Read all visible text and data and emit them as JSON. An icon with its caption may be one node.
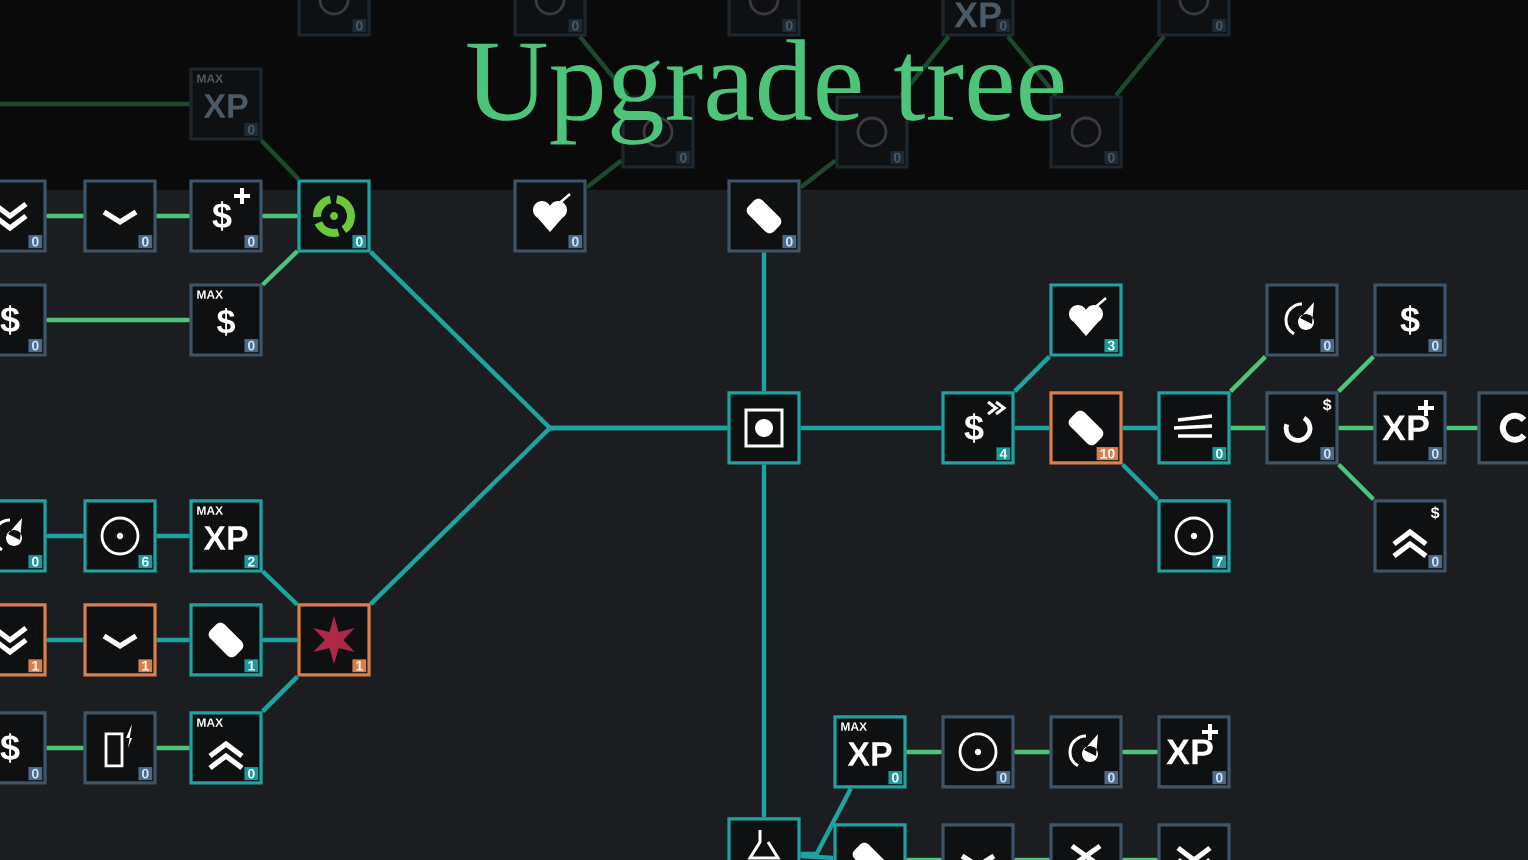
{
  "diagram": {
    "title": "Upgrade tree",
    "nodes": [
      {
        "text": [
          "0"
        ]
      },
      {
        "text": [
          "0"
        ]
      },
      {
        "text": [
          "0"
        ]
      },
      {
        "text": [
          "XP",
          "0"
        ]
      },
      {
        "text": [
          "0"
        ]
      },
      {
        "text": [
          "MAX",
          "XP",
          "0"
        ]
      },
      {
        "text": [
          "0"
        ]
      },
      {
        "text": [
          "0"
        ]
      },
      {
        "text": [
          "0"
        ]
      },
      {
        "text": [
          "0"
        ]
      },
      {
        "text": [
          "0"
        ]
      },
      {
        "text": [
          "$",
          "0"
        ]
      },
      {
        "text": [
          "0"
        ]
      },
      {
        "text": [
          "$",
          "0"
        ]
      },
      {
        "text": [
          "MAX",
          "$",
          "0"
        ]
      },
      {
        "text": [
          "0"
        ]
      },
      {
        "text": [
          "0"
        ]
      },
      {
        "text": [],
        "shape": "box"
      },
      {
        "text": [
          "$",
          "4"
        ]
      },
      {
        "text": [
          "3"
        ]
      },
      {
        "text": [
          "10"
        ]
      },
      {
        "text": [
          "0"
        ]
      },
      {
        "text": [
          "7"
        ]
      },
      {
        "text": [
          "0"
        ]
      },
      {
        "text": [
          "$",
          "0"
        ]
      },
      {
        "text": [
          "$",
          "0"
        ]
      },
      {
        "text": [
          "XP",
          "0"
        ]
      },
      {
        "text": [
          "$",
          "0"
        ]
      },
      {
        "text": [],
        "shape": "box"
      },
      {
        "text": [
          "0"
        ]
      },
      {
        "text": [
          "6"
        ]
      },
      {
        "text": [
          "MAX",
          "XP",
          "2"
        ]
      },
      {
        "text": [
          "1"
        ]
      },
      {
        "text": [
          "1"
        ]
      },
      {
        "text": [
          "1"
        ]
      },
      {
        "text": [
          "1"
        ]
      },
      {
        "text": [
          "$",
          "0"
        ]
      },
      {
        "text": [
          "0"
        ]
      },
      {
        "text": [
          "MAX",
          "0"
        ]
      },
      {
        "text": [],
        "shape": "box"
      },
      {
        "text": [
          "MAX",
          "XP",
          "0"
        ]
      },
      {
        "text": [
          "0"
        ]
      },
      {
        "text": [
          "0"
        ]
      },
      {
        "text": [
          "XP",
          "0"
        ]
      },
      {
        "text": [],
        "shape": "box"
      },
      {
        "text": [],
        "shape": "box"
      },
      {
        "text": [],
        "shape": "box"
      },
      {
        "text": [],
        "shape": "box"
      }
    ],
    "edges": [
      {
        "from": null,
        "to": 5,
        "arrow": "none",
        "color": "#1d4a2c"
      },
      {
        "from": 5,
        "to": 12,
        "arrow": "none",
        "color": "#1d4a2c"
      },
      {
        "from": 15,
        "to": 6,
        "arrow": "none",
        "color": "#1d4a2c"
      },
      {
        "from": 6,
        "to": 1,
        "arrow": "none",
        "color": "#1d4a2c"
      },
      {
        "from": 16,
        "to": 7,
        "arrow": "none",
        "color": "#1d4a2c"
      },
      {
        "from": 7,
        "to": 3,
        "arrow": "none",
        "color": "#1d4a2c"
      },
      {
        "from": 3,
        "to": 8,
        "arrow": "none",
        "color": "#1d4a2c"
      },
      {
        "from": 8,
        "to": 4,
        "arrow": "none",
        "color": "#1d4a2c"
      },
      {
        "from": 9,
        "to": 10,
        "arrow": "none"
      },
      {
        "from": 10,
        "to": 11,
        "arrow": "none"
      },
      {
        "from": 11,
        "to": 12,
        "arrow": "none"
      },
      {
        "from": 13,
        "to": 14,
        "arrow": "none"
      },
      {
        "from": 14,
        "to": 12,
        "arrow": "none"
      },
      {
        "from": 12,
        "to": 17,
        "arrow": "none",
        "color": "#1fa3a0"
      },
      {
        "from": 16,
        "to": 17,
        "arrow": "none",
        "color": "#1fa3a0"
      },
      {
        "from": 17,
        "to": 18,
        "arrow": "none",
        "color": "#1fa3a0"
      },
      {
        "from": 18,
        "to": 19,
        "arrow": "none",
        "color": "#1fa3a0"
      },
      {
        "from": 18,
        "to": 20,
        "arrow": "none",
        "color": "#1fa3a0"
      },
      {
        "from": 20,
        "to": 21,
        "arrow": "none",
        "color": "#1fa3a0"
      },
      {
        "from": 20,
        "to": 22,
        "arrow": "none",
        "color": "#1fa3a0"
      },
      {
        "from": 21,
        "to": 23,
        "arrow": "none"
      },
      {
        "from": 21,
        "to": 24,
        "arrow": "none"
      },
      {
        "from": 24,
        "to": 25,
        "arrow": "none"
      },
      {
        "from": 24,
        "to": 26,
        "arrow": "none"
      },
      {
        "from": 24,
        "to": 27,
        "arrow": "none"
      },
      {
        "from": 26,
        "to": 28,
        "arrow": "none"
      },
      {
        "from": 29,
        "to": 30,
        "arrow": "none",
        "color": "#1fa3a0"
      },
      {
        "from": 30,
        "to": 31,
        "arrow": "none",
        "color": "#1fa3a0"
      },
      {
        "from": 31,
        "to": 35,
        "arrow": "none",
        "color": "#1fa3a0"
      },
      {
        "from": 32,
        "to": 33,
        "arrow": "none",
        "color": "#1fa3a0"
      },
      {
        "from": 33,
        "to": 34,
        "arrow": "none",
        "color": "#1fa3a0"
      },
      {
        "from": 34,
        "to": 35,
        "arrow": "none",
        "color": "#1fa3a0"
      },
      {
        "from": 38,
        "to": 35,
        "arrow": "none",
        "color": "#1fa3a0"
      },
      {
        "from": 35,
        "to": 17,
        "arrow": "none",
        "color": "#1fa3a0"
      },
      {
        "from": 36,
        "to": 37,
        "arrow": "none"
      },
      {
        "from": 37,
        "to": 38,
        "arrow": "none"
      },
      {
        "from": 17,
        "to": 39,
        "arrow": "none",
        "color": "#1fa3a0"
      },
      {
        "from": 39,
        "to": 40,
        "arrow": "none",
        "color": "#1fa3a0"
      },
      {
        "from": 40,
        "to": 41,
        "arrow": "none"
      },
      {
        "from": 41,
        "to": 42,
        "arrow": "none"
      },
      {
        "from": 42,
        "to": 43,
        "arrow": "none"
      },
      {
        "from": 39,
        "to": 44,
        "arrow": "none",
        "color": "#1fa3a0"
      },
      {
        "from": 44,
        "to": 45,
        "arrow": "none"
      },
      {
        "from": 45,
        "to": 46,
        "arrow": "none"
      },
      {
        "from": 46,
        "to": 47,
        "arrow": "none"
      }
    ]
  }
}
